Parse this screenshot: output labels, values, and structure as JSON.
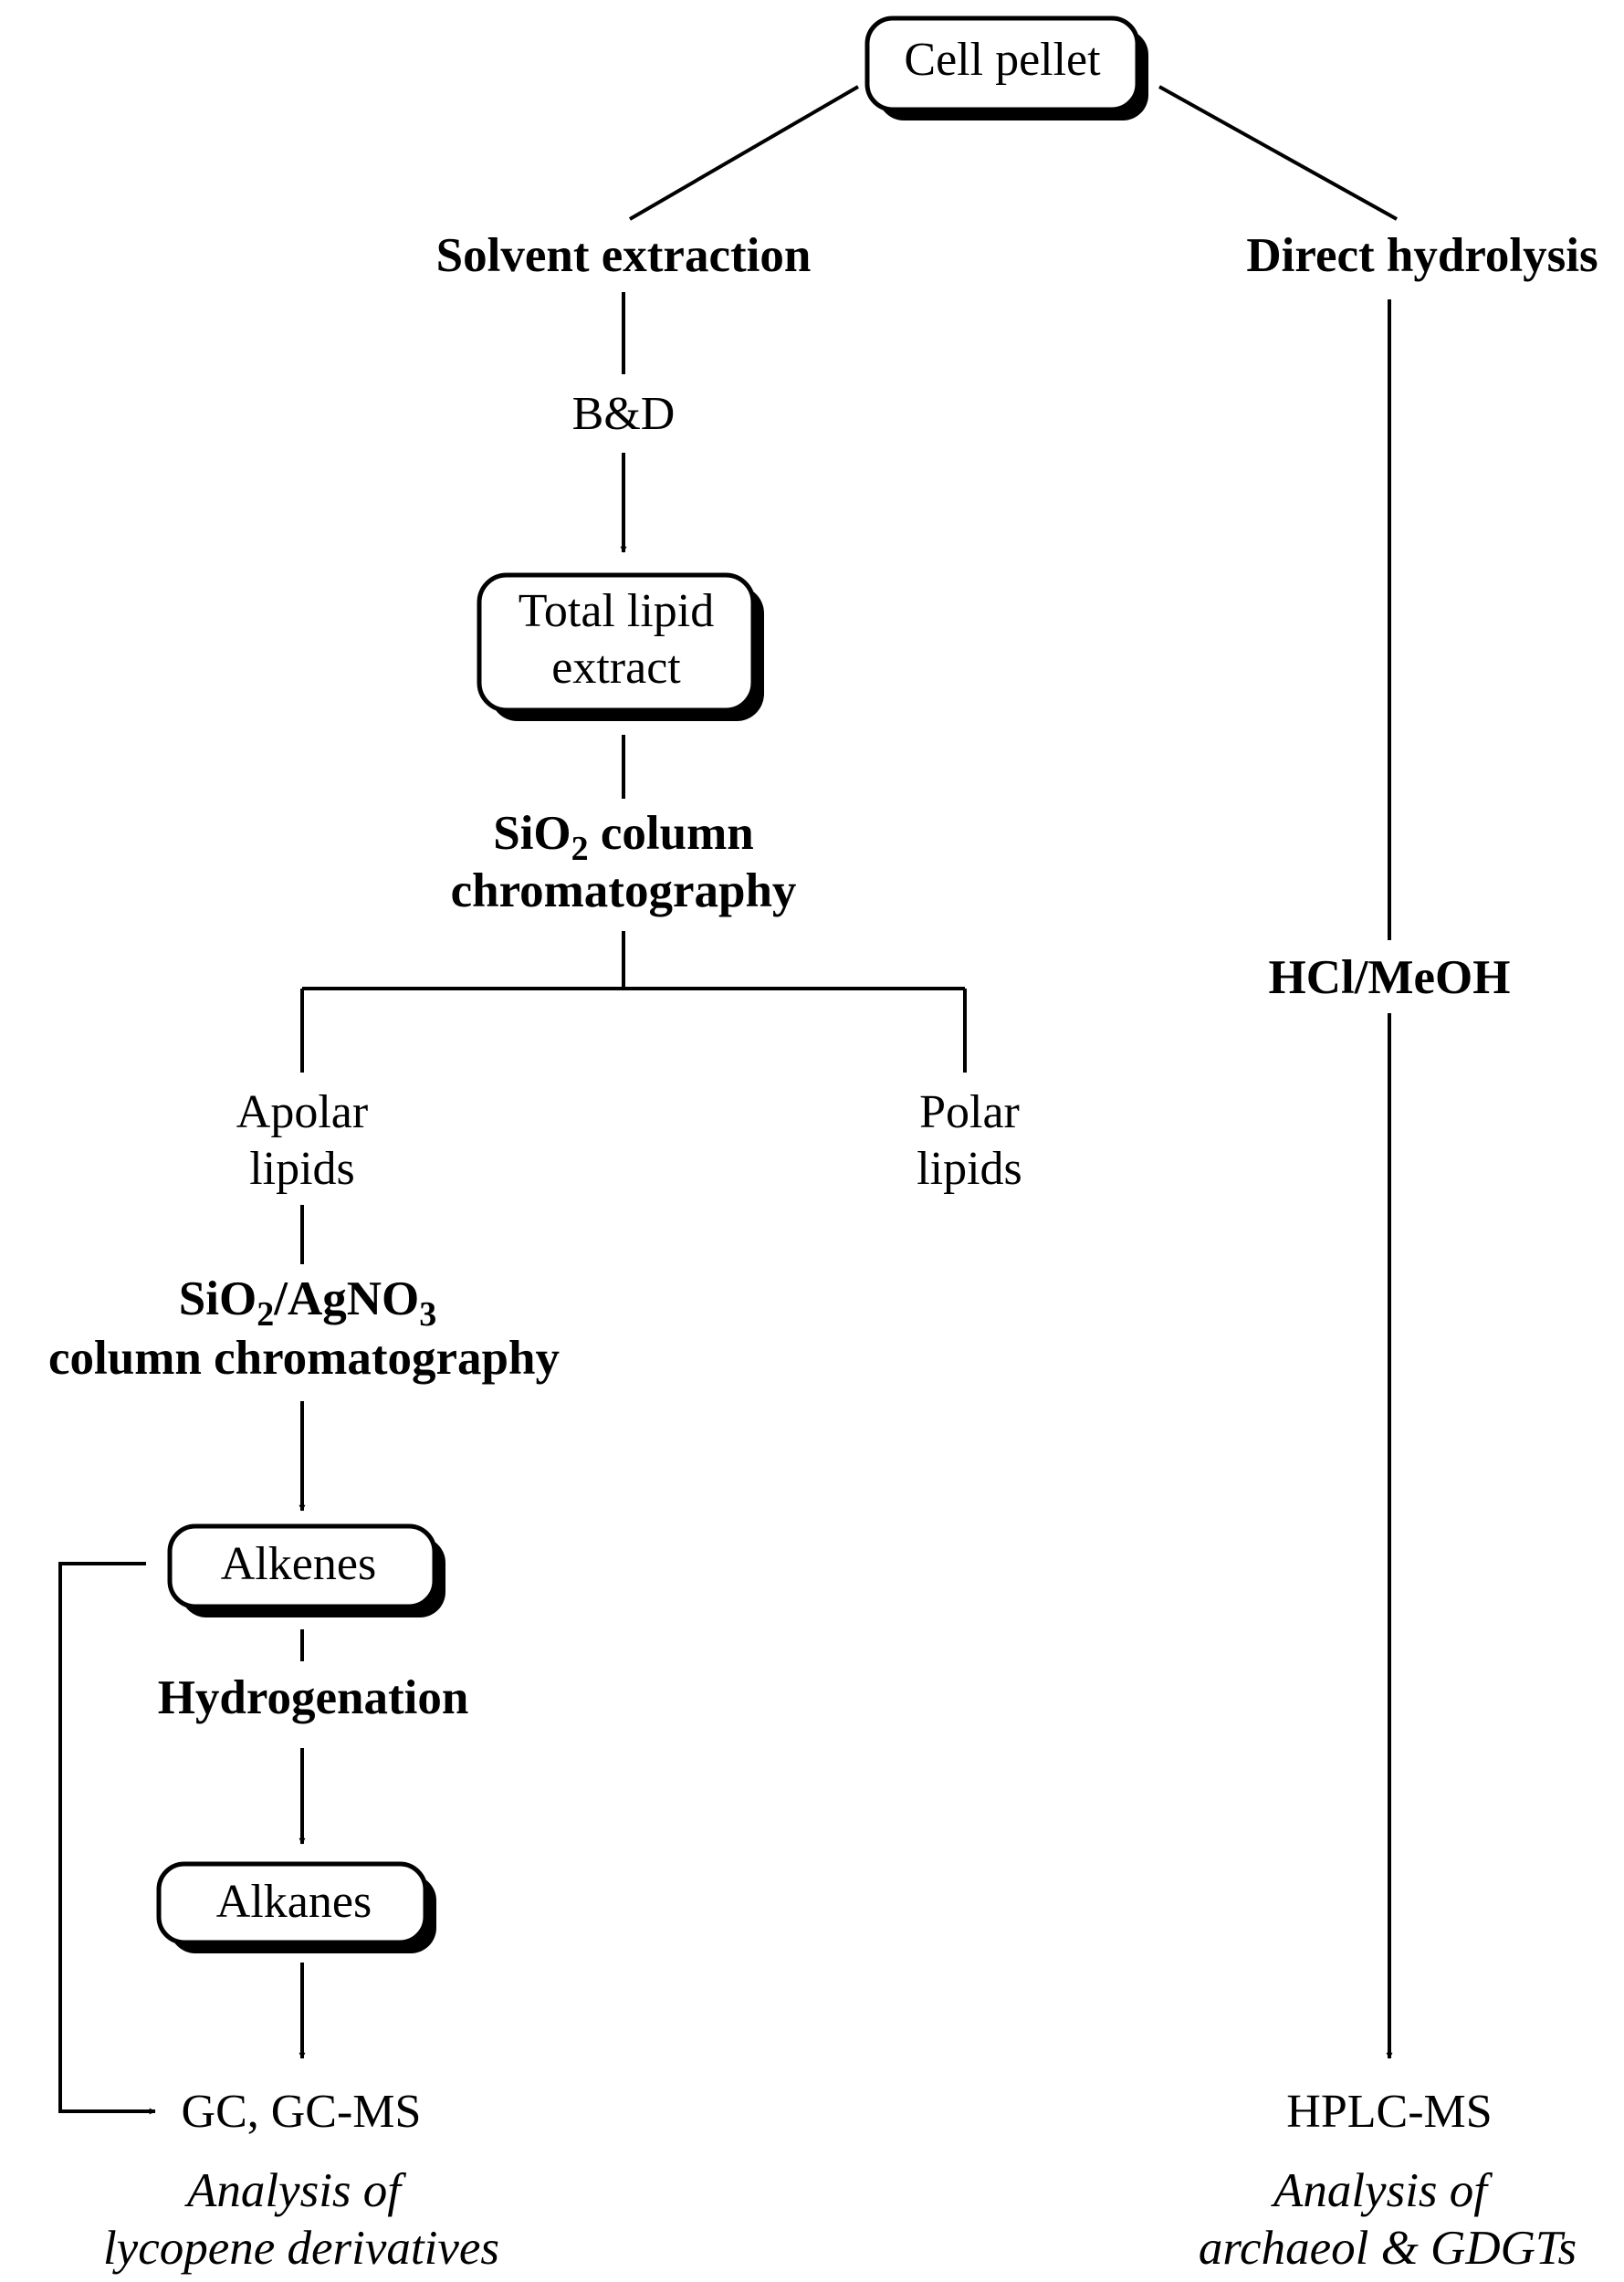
{
  "nodes": {
    "cell_pellet": "Cell pellet",
    "total_lipid_line1": "Total lipid",
    "total_lipid_line2": "extract",
    "alkenes": "Alkenes",
    "alkanes": "Alkanes"
  },
  "steps": {
    "solvent_extraction": "Solvent extraction",
    "direct_hydrolysis": "Direct hydrolysis",
    "bd": "B&D",
    "sio2_prefix": "SiO",
    "sio2_sub": "2",
    "sio2_suffix": " column",
    "chromatography": "chromatography",
    "agno3_prefix": "SiO",
    "agno3_sub1": "2",
    "agno3_mid": "/AgNO",
    "agno3_sub2": "3",
    "column_chromatography": "column chromatography",
    "hydrogenation": "Hydrogenation",
    "hcl_meoh": "HCl/MeOH"
  },
  "fractions": {
    "apolar_line1": "Apolar",
    "apolar_line2": "lipids",
    "polar_line1": "Polar",
    "polar_line2": "lipids"
  },
  "outputs": {
    "gc": "GC, GC-MS",
    "gc_note_line1": "Analysis of",
    "gc_note_line2": "lycopene derivatives",
    "hplc": "HPLC-MS",
    "hplc_note_line1": "Analysis of",
    "hplc_note_line2": "archaeol & GDGTs"
  }
}
